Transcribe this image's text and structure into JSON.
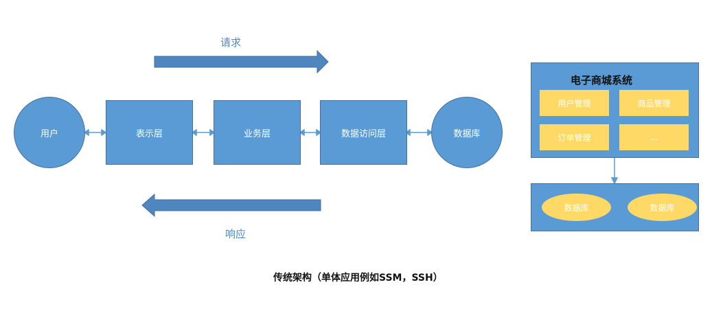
{
  "flow": {
    "request_label": "请求",
    "response_label": "响应",
    "user": "用户",
    "presentation_layer": "表示层",
    "business_layer": "业务层",
    "data_access_layer": "数据访问层",
    "database": "数据库"
  },
  "system": {
    "title": "电子商城系统",
    "modules": [
      "用户管理",
      "商品管理",
      "订单管理",
      "..."
    ],
    "databases": [
      "数据库",
      "数据库"
    ]
  },
  "caption": "传统架构（单体应用例如SSM，SSH）",
  "colors": {
    "node_fill": "#5b9bd5",
    "node_border": "#41719c",
    "module_fill": "#ffd966",
    "label_text": "#4a8ac8"
  }
}
